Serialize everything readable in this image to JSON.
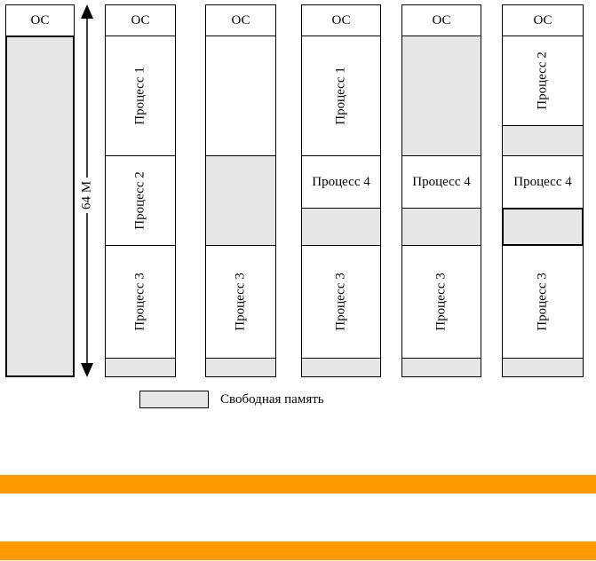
{
  "dimension": {
    "label": "64 М"
  },
  "legend": {
    "label": "Свободная память"
  },
  "columns": [
    {
      "segments": [
        {
          "text": "ОС",
          "free": false,
          "vertical": false
        },
        {
          "text": "",
          "free": true,
          "vertical": false
        }
      ]
    },
    {
      "segments": [
        {
          "text": "ОС",
          "free": false,
          "vertical": false
        },
        {
          "text": "Процесс 1",
          "free": false,
          "vertical": true
        },
        {
          "text": "Процесс 2",
          "free": false,
          "vertical": true
        },
        {
          "text": "Процесс 3",
          "free": false,
          "vertical": true
        },
        {
          "text": "",
          "free": true,
          "vertical": false
        }
      ]
    },
    {
      "segments": [
        {
          "text": "ОС",
          "free": false,
          "vertical": false
        },
        {
          "text": "",
          "free": false,
          "vertical": false
        },
        {
          "text": "",
          "free": true,
          "vertical": false
        },
        {
          "text": "Процесс 3",
          "free": false,
          "vertical": true
        },
        {
          "text": "",
          "free": true,
          "vertical": false
        }
      ]
    },
    {
      "segments": [
        {
          "text": "ОС",
          "free": false,
          "vertical": false
        },
        {
          "text": "Процесс 1",
          "free": false,
          "vertical": true
        },
        {
          "text": "Процесс 4",
          "free": false,
          "vertical": false
        },
        {
          "text": "",
          "free": true,
          "vertical": false
        },
        {
          "text": "Процесс 3",
          "free": false,
          "vertical": true
        },
        {
          "text": "",
          "free": true,
          "vertical": false
        }
      ]
    },
    {
      "segments": [
        {
          "text": "ОС",
          "free": false,
          "vertical": false
        },
        {
          "text": "",
          "free": true,
          "vertical": false
        },
        {
          "text": "Процесс 4",
          "free": false,
          "vertical": false
        },
        {
          "text": "",
          "free": true,
          "vertical": false
        },
        {
          "text": "Процесс 3",
          "free": false,
          "vertical": true
        },
        {
          "text": "",
          "free": true,
          "vertical": false
        }
      ]
    },
    {
      "segments": [
        {
          "text": "ОС",
          "free": false,
          "vertical": false
        },
        {
          "text": "Процесс 2",
          "free": false,
          "vertical": true
        },
        {
          "text": "",
          "free": true,
          "vertical": false
        },
        {
          "text": "Процесс 4",
          "free": false,
          "vertical": false
        },
        {
          "text": "",
          "free": true,
          "vertical": false
        },
        {
          "text": "Процесс 3",
          "free": false,
          "vertical": true
        },
        {
          "text": "",
          "free": true,
          "vertical": false
        }
      ]
    }
  ]
}
